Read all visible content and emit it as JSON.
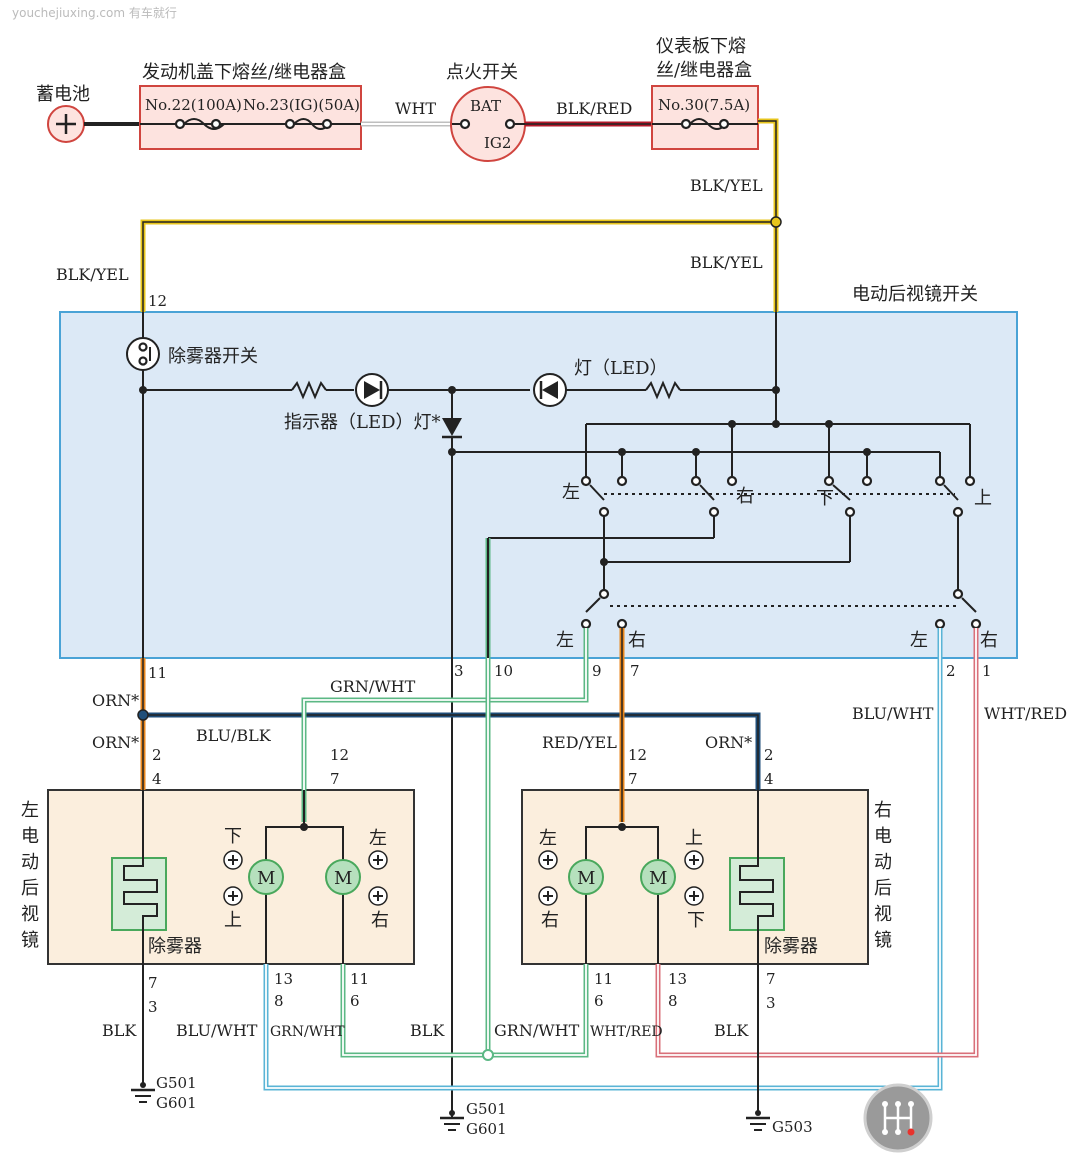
{
  "watermark": "youchejiuxing.com 有车就行",
  "header": {
    "battery": "蓄电池",
    "engine_box": "发动机盖下熔丝/继电器盒",
    "fuse_22": "No.22(100A)",
    "fuse_23": "No.23(IG)(50A)",
    "ignition": "点火开关",
    "ign_bat": "BAT",
    "ign_ig2": "IG2",
    "dash_box_1": "仪表板下熔",
    "dash_box_2": "丝/继电器盒",
    "fuse_30": "No.30(7.5A)"
  },
  "switch_box": {
    "title": "电动后视镜开关",
    "defog_switch": "除雾器开关",
    "indicator": "指示器（LED）灯*",
    "lamp": "灯（LED）",
    "left": "左",
    "right": "右",
    "down": "下",
    "up": "上"
  },
  "wires": {
    "wht": "WHT",
    "blk_red": "BLK/RED",
    "blk_yel": "BLK/YEL",
    "orn_star": "ORN*",
    "blu_blk": "BLU/BLK",
    "grn_wht": "GRN/WHT",
    "red_yel": "RED/YEL",
    "blu_wht": "BLU/WHT",
    "wht_red": "WHT/RED",
    "blk": "BLK"
  },
  "pins": {
    "p12": "12",
    "p11": "11",
    "p3": "3",
    "p10": "10",
    "p9": "9",
    "p7": "7",
    "p2": "2",
    "p1": "1",
    "p4": "4",
    "p13": "13",
    "p8": "8",
    "p6": "6"
  },
  "left_mirror": {
    "title": "左电动后视镜",
    "defogger": "除雾器",
    "down": "下",
    "up": "上",
    "left": "左",
    "right": "右",
    "motor": "M"
  },
  "right_mirror": {
    "title": "右电动后视镜",
    "defogger": "除雾器",
    "left": "左",
    "right": "右",
    "up": "上",
    "down": "下",
    "motor": "M"
  },
  "grounds": {
    "g501": "G501",
    "g601": "G601",
    "g503": "G503"
  },
  "colors": {
    "black_wire": "#222222",
    "red_wire": "#b3182a",
    "yellow_wire": "#e7c51c",
    "orange_wire": "#e8861c",
    "blue_wire": "#1f4e79",
    "light_blue_wire": "#5ab4d6",
    "green_wire": "#5cb885",
    "switch_fill": "#dce9f6",
    "switch_border": "#4aa3d6",
    "fuse_fill": "#fde3df",
    "fuse_border": "#d0453f",
    "mirror_fill": "#fbeedd",
    "defogger_fill": "#d4ecd8",
    "defogger_border": "#49a85c",
    "motor_fill": "#b6e0bd"
  }
}
